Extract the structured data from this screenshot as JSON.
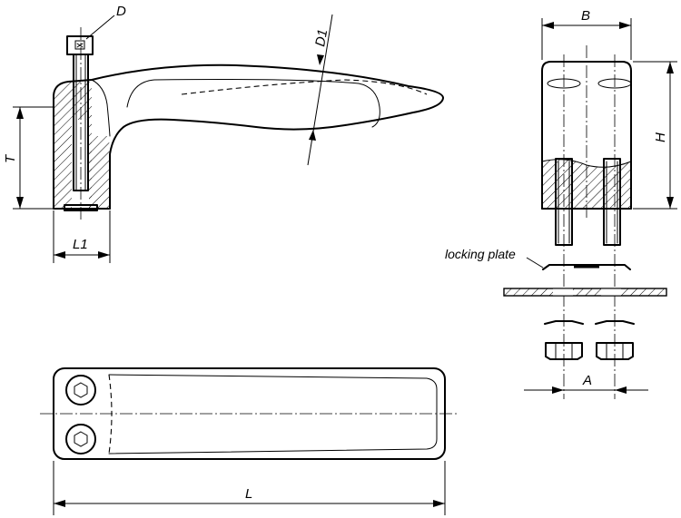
{
  "labels": {
    "D": "D",
    "D1": "D1",
    "T": "T",
    "L1": "L1",
    "B": "B",
    "H": "H",
    "A": "A",
    "L": "L",
    "locking_plate": "locking plate"
  },
  "colors": {
    "line": "#000000",
    "background": "#ffffff"
  }
}
